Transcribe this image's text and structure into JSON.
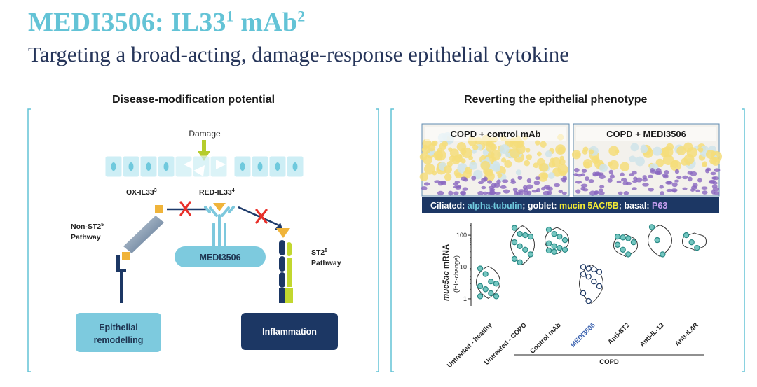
{
  "header": {
    "title_main": "MEDI3506: IL33",
    "title_sup1": "1",
    "title_mid": " mAb",
    "title_sup2": "2",
    "subtitle": "Targeting a broad-acting, damage-response epithelial cytokine"
  },
  "left_panel": {
    "heading": "Disease-modification potential",
    "damage": "Damage",
    "ox": "OX-IL33",
    "ox_sup": "3",
    "red": "RED-IL33",
    "red_sup": "4",
    "nonst2_line1": "Non-ST2",
    "nonst2_sup": "5",
    "nonst2_line2": "Pathway",
    "st2_line1": "ST2",
    "st2_sup": "5",
    "st2_line2": "Pathway",
    "drug": "MEDI3506",
    "epi_line1": "Epithelial",
    "epi_line2": "remodelling",
    "inflammation": "Inflammation"
  },
  "right_panel": {
    "heading": "Reverting the epithelial phenotype",
    "img1_label": "COPD + control mAb",
    "img2_label": "COPD + MEDI3506",
    "stain_legend": {
      "ciliated_label": "Ciliated: ",
      "ciliated_value": "alpha-tubulin",
      "goblet_label": "; goblet: ",
      "goblet_value": "mucin 5AC/5B",
      "basal_label": "; basal: ",
      "basal_value": "P63"
    },
    "colors": {
      "cyan": "#6fc9dd",
      "yellow": "#f4ec34",
      "violet": "#c79ff0",
      "navy": "#1c3764"
    }
  },
  "chart_data": {
    "type": "scatter",
    "ylabel_italic": "muc5ac",
    "ylabel_rest": " mRNA",
    "ylabel_unit": "(fold-change)",
    "yscale": "log",
    "ylim": [
      0.6,
      250
    ],
    "yticks": [
      1,
      10,
      100
    ],
    "ytick_labels": [
      "1",
      "10",
      "100"
    ],
    "group_bracket_label": "COPD",
    "categories": [
      "Untreated - healthy",
      "Untreated - COPD",
      "Control mAb",
      "MEDI3506",
      "Anti-ST2",
      "Anti-IL-13",
      "Anti-IL4R"
    ],
    "highlight_category": "MEDI3506",
    "series": [
      {
        "values": [
          9,
          6,
          3.5,
          3,
          2.5,
          2,
          1.5,
          1.2,
          1.2
        ]
      },
      {
        "values": [
          170,
          110,
          100,
          90,
          60,
          45,
          35,
          25,
          18,
          14
        ]
      },
      {
        "values": [
          150,
          110,
          90,
          70,
          55,
          45,
          40,
          35,
          33,
          30
        ]
      },
      {
        "values": [
          10,
          9,
          8.5,
          7,
          6,
          5,
          3.5,
          2.5,
          1.5,
          0.85
        ]
      },
      {
        "values": [
          90,
          85,
          80,
          60,
          50,
          35,
          25
        ]
      },
      {
        "values": [
          180,
          70,
          25
        ]
      },
      {
        "values": [
          100,
          60,
          40
        ]
      }
    ]
  }
}
